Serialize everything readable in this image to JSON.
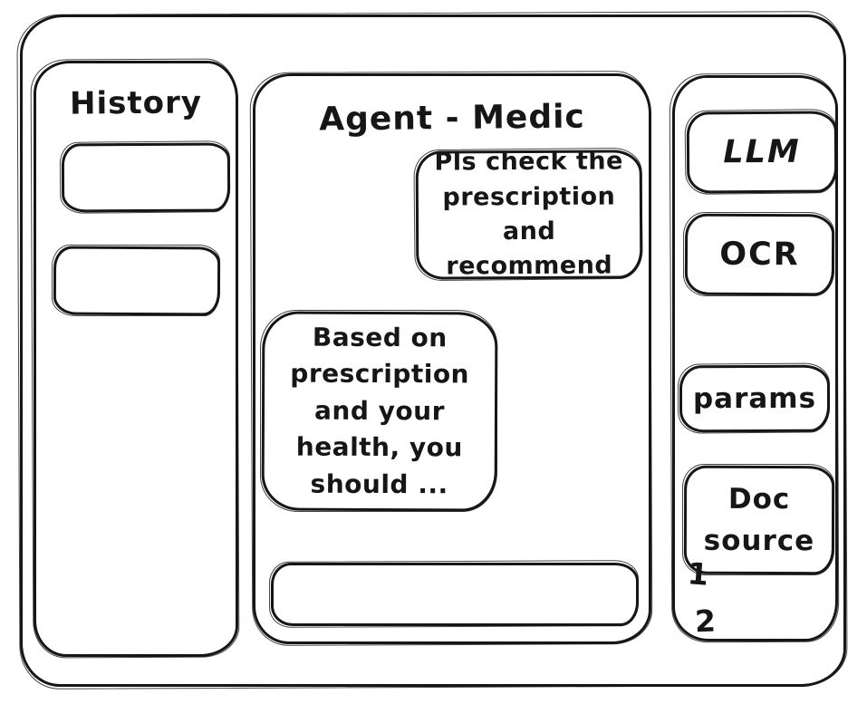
{
  "app": {
    "title": "Agent - Medic"
  },
  "sidebar_left": {
    "title": "History",
    "items": [
      {
        "label": ""
      },
      {
        "label": ""
      }
    ]
  },
  "chat": {
    "title": "Agent - Medic",
    "messages": [
      {
        "role": "user",
        "text": "Pls check the\nprescription\nand recommend"
      },
      {
        "role": "agent",
        "text": "Based on\nprescription\nand your\nhealth, you\nshould ..."
      }
    ],
    "input": {
      "value": "",
      "placeholder": ""
    }
  },
  "sidebar_right": {
    "buttons": [
      {
        "id": "llm",
        "label": "LLM"
      },
      {
        "id": "ocr",
        "label": "OCR"
      },
      {
        "id": "params",
        "label": "params"
      },
      {
        "id": "doc-source",
        "label": "Doc source"
      }
    ],
    "doc_items": [
      "1",
      "2"
    ]
  },
  "colors": {
    "stroke": "#161616",
    "background": "#ffffff"
  }
}
